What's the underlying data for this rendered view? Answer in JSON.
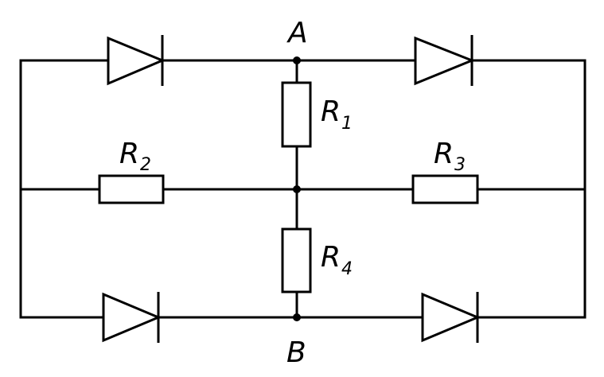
{
  "nodes": {
    "a_label": "A",
    "b_label": "B"
  },
  "resistors": [
    {
      "id": "r1",
      "letter": "R",
      "subscript": "1"
    },
    {
      "id": "r2",
      "letter": "R",
      "subscript": "2"
    },
    {
      "id": "r3",
      "letter": "R",
      "subscript": "3"
    },
    {
      "id": "r4",
      "letter": "R",
      "subscript": "4"
    }
  ],
  "diodes": [
    {
      "id": "d1",
      "direction": "right",
      "branch": "top-left"
    },
    {
      "id": "d2",
      "direction": "right",
      "branch": "top-right"
    },
    {
      "id": "d3",
      "direction": "right",
      "branch": "bottom-left"
    },
    {
      "id": "d4",
      "direction": "right",
      "branch": "bottom-right"
    }
  ],
  "colors": {
    "line": "#000000",
    "background": "#ffffff"
  }
}
